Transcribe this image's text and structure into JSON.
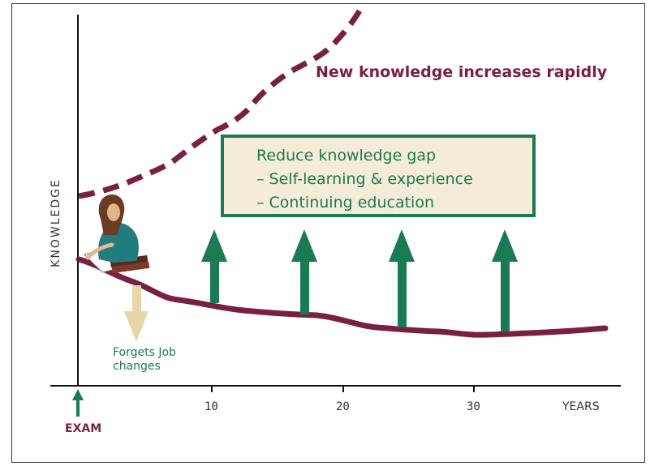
{
  "headline": "New knowledge increases rapidly",
  "gap_box": {
    "title": "Reduce knowledge gap",
    "item1": "– Self-learning & experience",
    "item2": "– Continuing education"
  },
  "forgets_label": "Forgets Job changes",
  "axes": {
    "y_label": "KNOWLEDGE",
    "x_label": "YEARS",
    "x_ticks": [
      "10",
      "20",
      "30"
    ],
    "exam_label": "EXAM"
  },
  "colors": {
    "maroon": "#7a1f44",
    "green": "#1a7a52",
    "tan": "#e8d6a8",
    "box_fill": "#f4ecd7"
  },
  "icons": {
    "person": "woman-at-desk-icon",
    "arrow_up": "arrow-up-icon",
    "arrow_down": "arrow-down-icon"
  }
}
